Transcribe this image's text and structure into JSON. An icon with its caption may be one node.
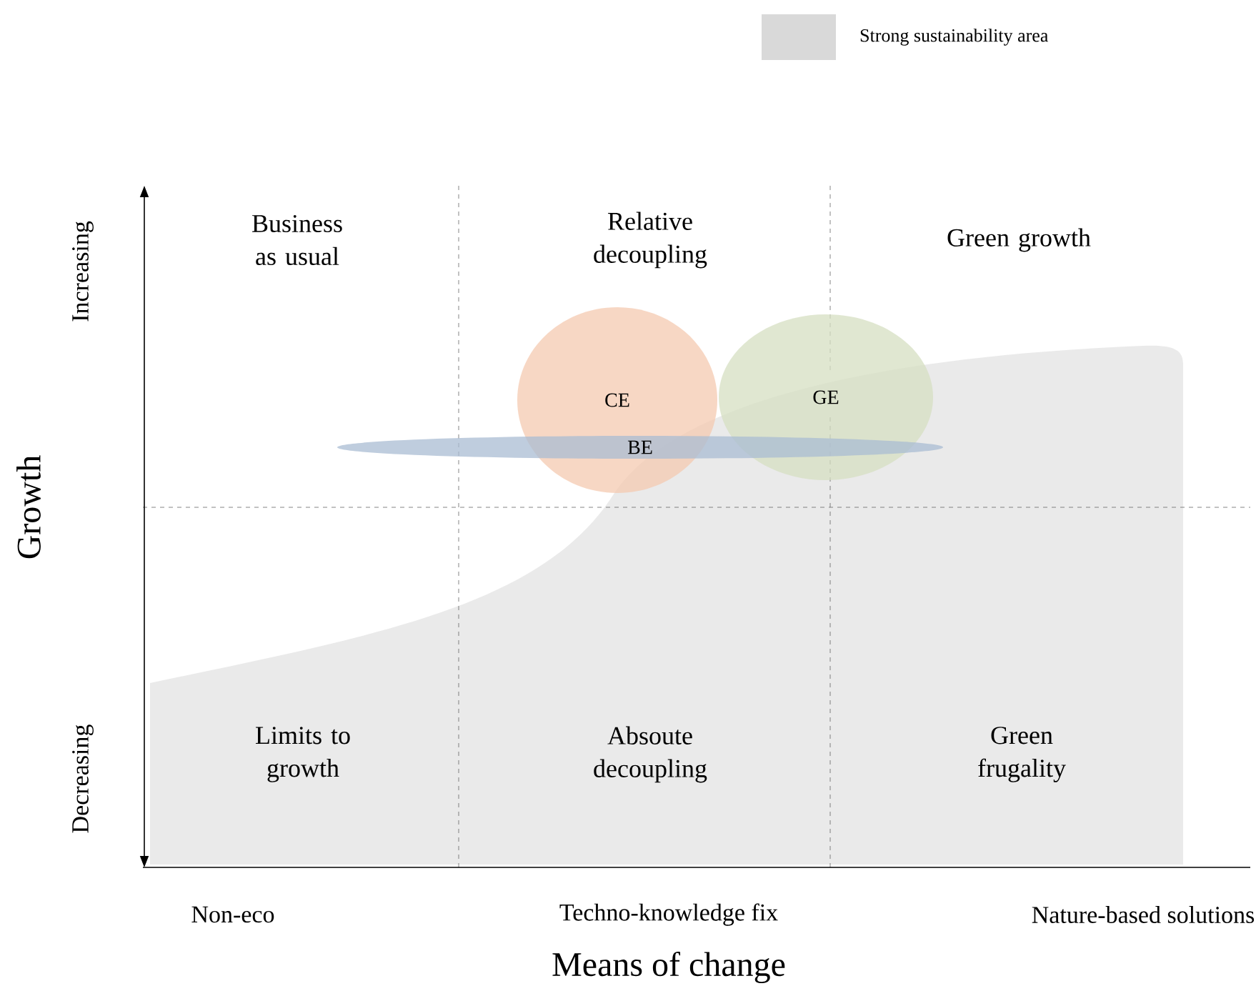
{
  "diagram": {
    "nodes": [
      {
        "text": [
          "CE"
        ]
      },
      {
        "text": [
          "GE"
        ]
      },
      {
        "text": [
          "BE"
        ]
      }
    ],
    "labels": [
      "Business as usual",
      "Relative decoupling",
      "Green growth",
      "Increasing",
      "Growth",
      "Decreasing",
      "Limits to growth",
      "Absoute decoupling",
      "Green frugality",
      "Non-eco",
      "Techno-knowledge fix",
      "Nature-based solutions",
      "Means of change"
    ],
    "legend": [
      {
        "text": "Strong sustainability area",
        "color": "#d9d9d9"
      }
    ]
  }
}
